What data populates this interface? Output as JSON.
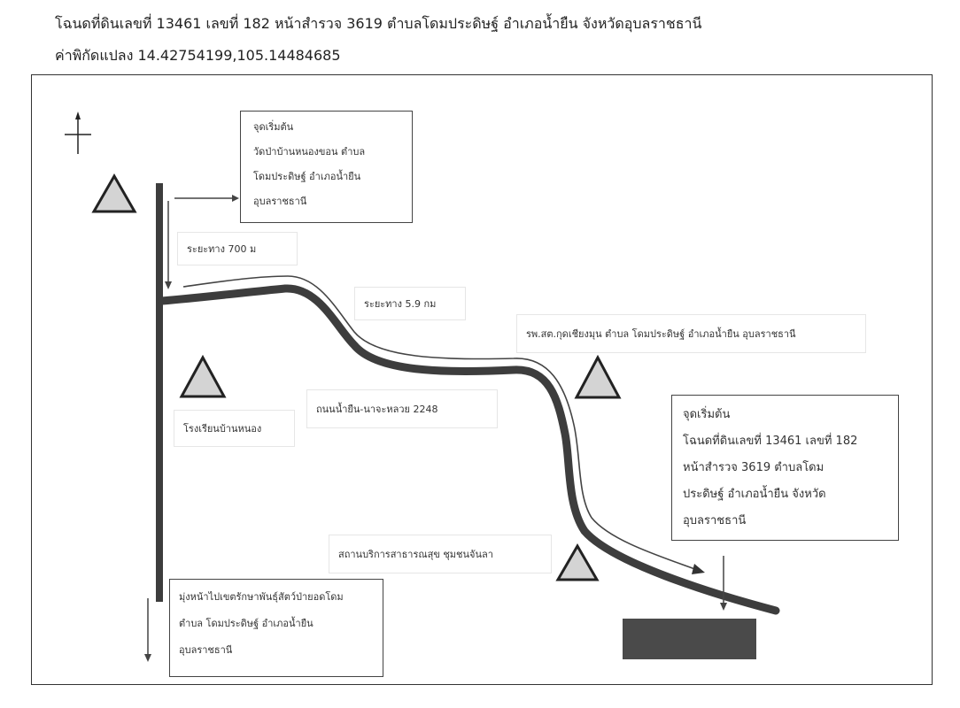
{
  "header": {
    "line1": "โฉนดที่ดินเลขที่ 13461 เลขที่ 182 หน้าสำรวจ 3619 ตำบลโดมประดิษฐ์ อำเภอน้ำยืน จังหวัดอุบลราชธานี",
    "line2": "ค่าพิกัดแปลง 14.42754199,105.14484685"
  },
  "map": {
    "start_box": {
      "lines": [
        "จุดเริ่มต้น",
        "วัดป่าบ้านหนองขอน ตำบล",
        "โดมประดิษฐ์ อำเภอน้ำยืน",
        "อุบลราชธานี"
      ]
    },
    "distance_700": "ระยะทาง 700 ม",
    "distance_59": "ระยะทาง 5.9 กม",
    "hospital": "รพ.สต.กุดเชียงมุน ตำบล โดมประดิษฐ์ อำเภอน้ำยืน อุบลราชธานี",
    "school": "โรงเรียนบ้านหนอง",
    "road": "ถนนน้ำยืน-นาจะหลวย 2248",
    "end_box": {
      "lines": [
        "จุดเริ่มต้น",
        "โฉนดที่ดินเลขที่ 13461 เลขที่ 182",
        "หน้าสำรวจ 3619 ตำบลโดม",
        "ประดิษฐ์ อำเภอน้ำยืน จังหวัด",
        "อุบลราชธานี"
      ]
    },
    "health_service": "สถานบริการสาธารณสุข ชุมชนจันลา",
    "bottom_box": {
      "lines": [
        "มุ่งหน้าไปเขตรักษาพันธุ์สัตว์ป่ายอดโดม",
        "ตำบล โดมประดิษฐ์ อำเภอน้ำยืน",
        "อุบลราชธานี"
      ]
    },
    "colors": {
      "road": "#3d3d3d",
      "triangle_fill": "#d4d4d4",
      "parcel": "#4a4a4a"
    }
  }
}
